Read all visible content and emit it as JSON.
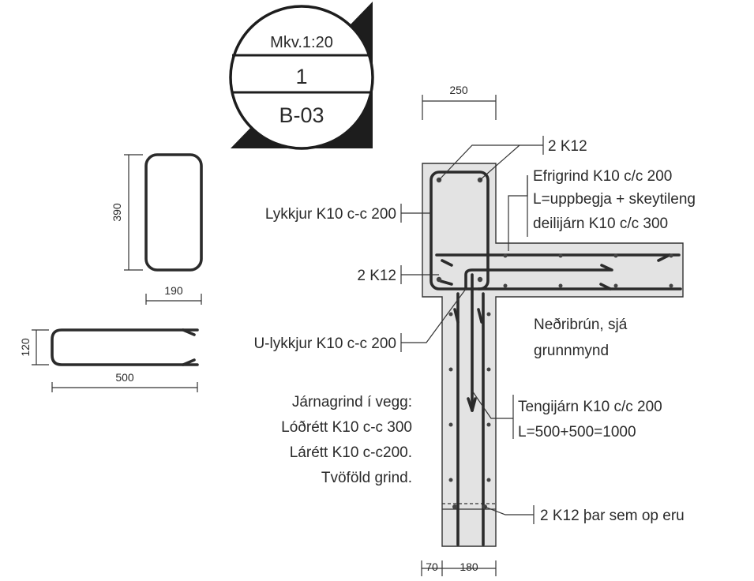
{
  "title_block": {
    "scale": "Mkv.1:20",
    "detail_number": "1",
    "sheet": "B-03"
  },
  "dimensions": {
    "column_width": "250",
    "stirrup_height": "390",
    "stirrup_width": "190",
    "u_bar_height": "120",
    "u_bar_length": "500",
    "wall_offset": "70",
    "wall_thickness": "180"
  },
  "labels": {
    "top_bars": "2 K12",
    "upper_grid_1": "Efrigrind K10 c/c 200",
    "upper_grid_2": "L=uppbegja + skeytileng",
    "upper_grid_3": "deilijárn K10 c/c 300",
    "stirrups": "Lykkjur K10 c-c 200",
    "bottom_bars": "2 K12",
    "u_stirrups": "U-lykkjur K10 c-c 200",
    "lower_edge_1": "Neðribrún, sjá",
    "lower_edge_2": "grunnmynd",
    "wall_grid_1": "Járnagrind í vegg:",
    "wall_grid_2": "Lóðrétt K10 c-c 300",
    "wall_grid_3": "Lárétt K10 c-c200.",
    "wall_grid_4": "Tvöföld grind.",
    "connection_1": "Tengijárn K10 c/c 200",
    "connection_2": "L=500+500=1000",
    "opening_bars": "2 K12 þar sem op eru"
  }
}
